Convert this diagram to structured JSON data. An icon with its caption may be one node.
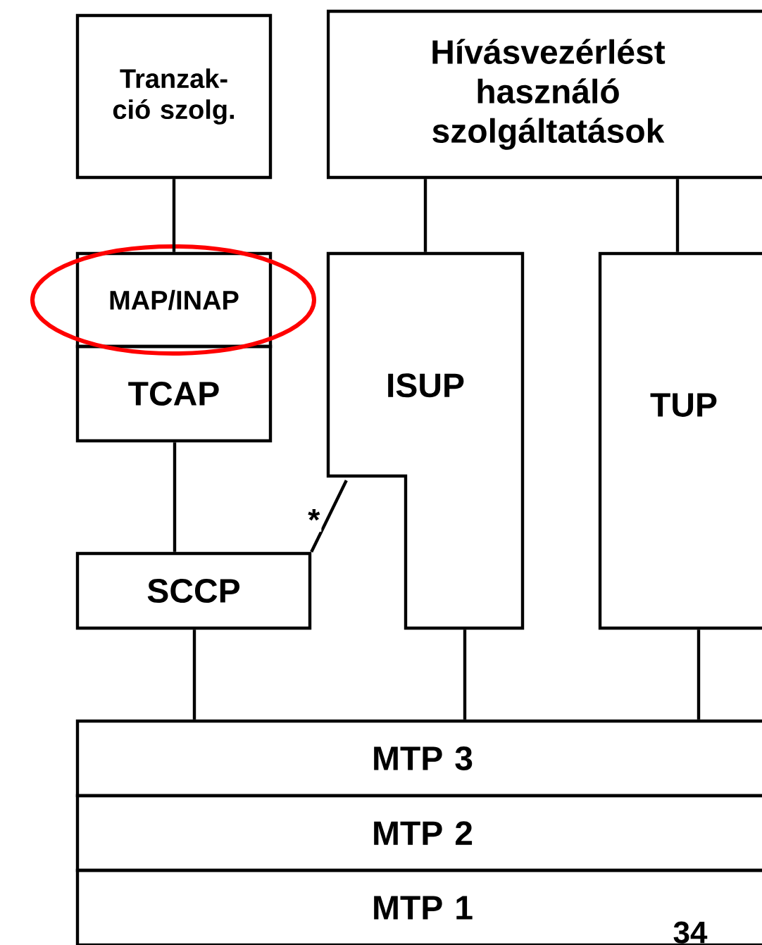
{
  "diagram": {
    "nodes": [
      {
        "text": [
          "Tranzak- ció szolg."
        ]
      },
      {
        "text": [
          "Hívásvezérlést használó szolgáltatások"
        ]
      },
      {
        "text": [
          "MAP/INAP"
        ]
      },
      {
        "text": [
          "TCAP"
        ]
      },
      {
        "text": [
          "ISUP"
        ]
      },
      {
        "text": [
          "TUP"
        ]
      },
      {
        "text": [
          "SCCP"
        ]
      },
      {
        "text": [
          "MTP 3"
        ]
      },
      {
        "text": [
          "MTP 2"
        ]
      },
      {
        "text": [
          "MTP 1"
        ]
      }
    ],
    "edges": [
      {
        "from": 0,
        "to": 2,
        "arrow": "none"
      },
      {
        "from": 1,
        "to": 4,
        "arrow": "none"
      },
      {
        "from": 1,
        "to": 5,
        "arrow": "none"
      },
      {
        "from": 3,
        "to": 6,
        "arrow": "none"
      },
      {
        "from": 4,
        "to": 6,
        "arrow": "none",
        "label": "*"
      },
      {
        "from": 6,
        "to": 7,
        "arrow": "none"
      },
      {
        "from": 4,
        "to": 7,
        "arrow": "none"
      },
      {
        "from": 5,
        "to": 7,
        "arrow": "none"
      }
    ],
    "labels": [
      "34"
    ]
  }
}
